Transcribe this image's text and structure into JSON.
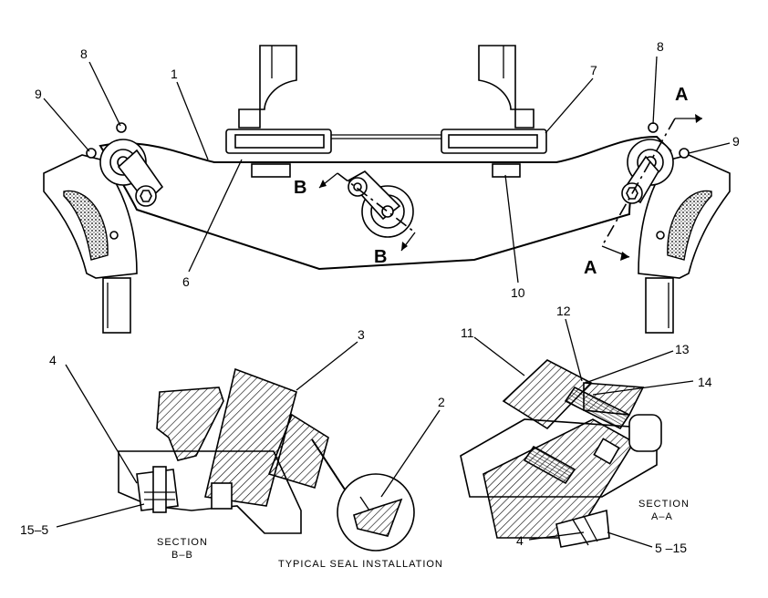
{
  "labels": {
    "p1": "1",
    "p2": "2",
    "p3": "3",
    "p4_left": "4",
    "p4_right": "4",
    "p6": "6",
    "p7": "7",
    "p8_left": "8",
    "p8_right": "8",
    "p9_left": "9",
    "p9_right": "9",
    "p10": "10",
    "p11": "11",
    "p12": "12",
    "p13": "13",
    "p14": "14",
    "p15_5": "15–5",
    "p5_15": "5 –15"
  },
  "section_markers": {
    "a_top": "A",
    "a_bottom": "A",
    "b_left": "B",
    "b_right": "B"
  },
  "captions": {
    "section_bb_line1": "SECTION",
    "section_bb_line2": "B–B",
    "section_aa_line1": "SECTION",
    "section_aa_line2": "A–A",
    "typical_seal": "TYPICAL SEAL INSTALLATION"
  }
}
